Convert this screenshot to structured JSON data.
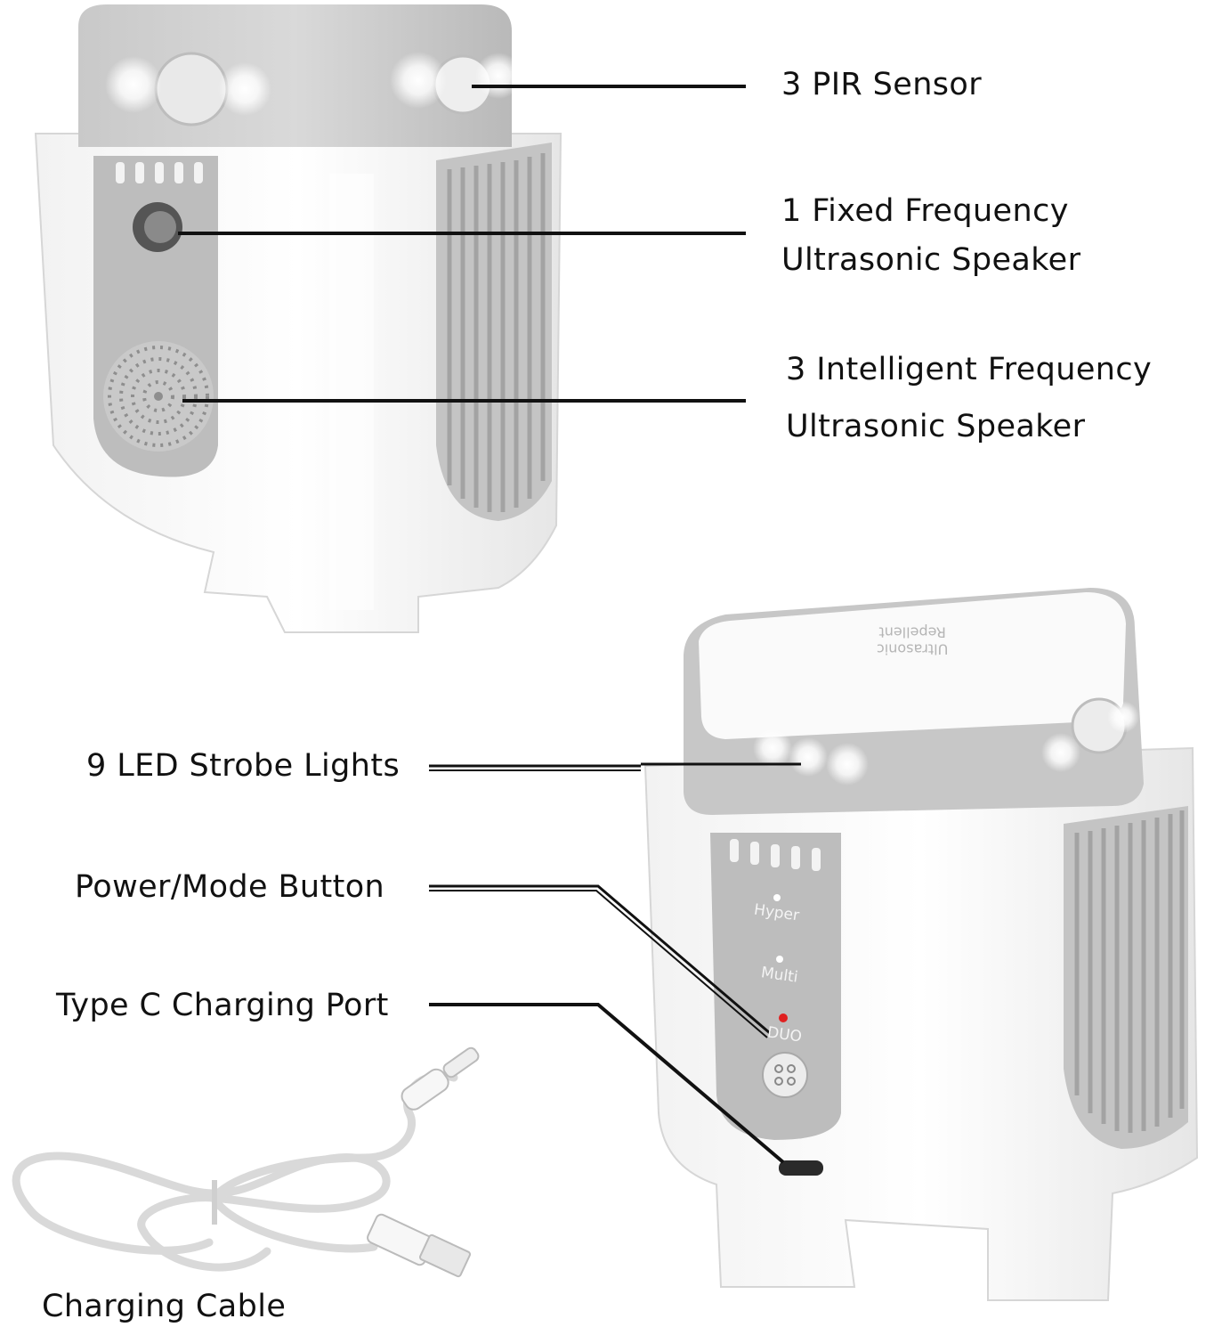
{
  "callouts": {
    "pir_sensor": "3 PIR Sensor",
    "fixed_speaker_line1": "1 Fixed Frequency",
    "fixed_speaker_line2": "Ultrasonic Speaker",
    "intelligent_speaker_line1": "3 Intelligent Frequency",
    "intelligent_speaker_line2": "Ultrasonic Speaker",
    "led_strobe": "9 LED Strobe Lights",
    "power_button": "Power/Mode Button",
    "charging_port": "Type C Charging Port",
    "charging_cable": "Charging Cable"
  },
  "device_markings": {
    "top_line1": "Ultrasonic",
    "top_line2": "Repellent",
    "mode_hyper": "Hyper",
    "mode_multi": "Multi",
    "mode_duo": "DUO"
  },
  "colors": {
    "body_white": "#f7f7f7",
    "panel_gray": "#bdbdbd",
    "indicator_red": "#e02020",
    "line": "#111111"
  }
}
